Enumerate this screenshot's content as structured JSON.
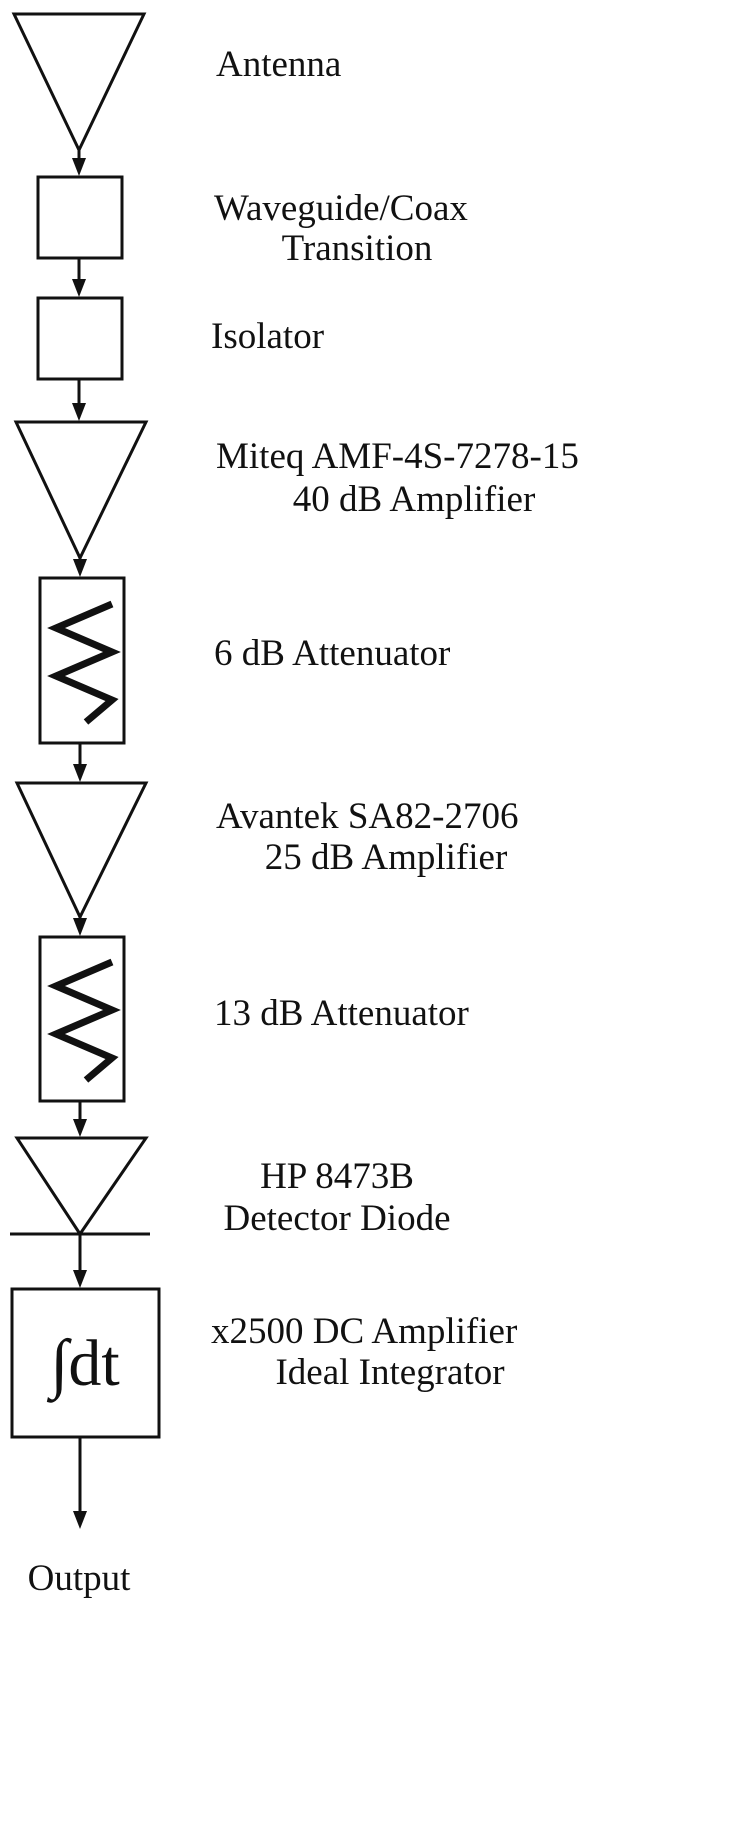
{
  "labels": {
    "antenna": "Antenna",
    "transition_line1": "Waveguide/Coax",
    "transition_line2": "Transition",
    "isolator": "Isolator",
    "amp1_line1": "Miteq AMF-4S-7278-15",
    "amp1_line2": "40 dB Amplifier",
    "atten1": "6 dB Attenuator",
    "amp2_line1": "Avantek SA82-2706",
    "amp2_line2": "25 dB Amplifier",
    "atten2": "13 dB Attenuator",
    "detector_line1": "HP 8473B",
    "detector_line2": "Detector Diode",
    "dcamp_line1": "x2500 DC Amplifier",
    "dcamp_line2": "Ideal Integrator",
    "output": "Output"
  },
  "symbols": {
    "integrator_text": "∫dt"
  },
  "colors": {
    "ink": "#111111",
    "background": "#ffffff"
  }
}
